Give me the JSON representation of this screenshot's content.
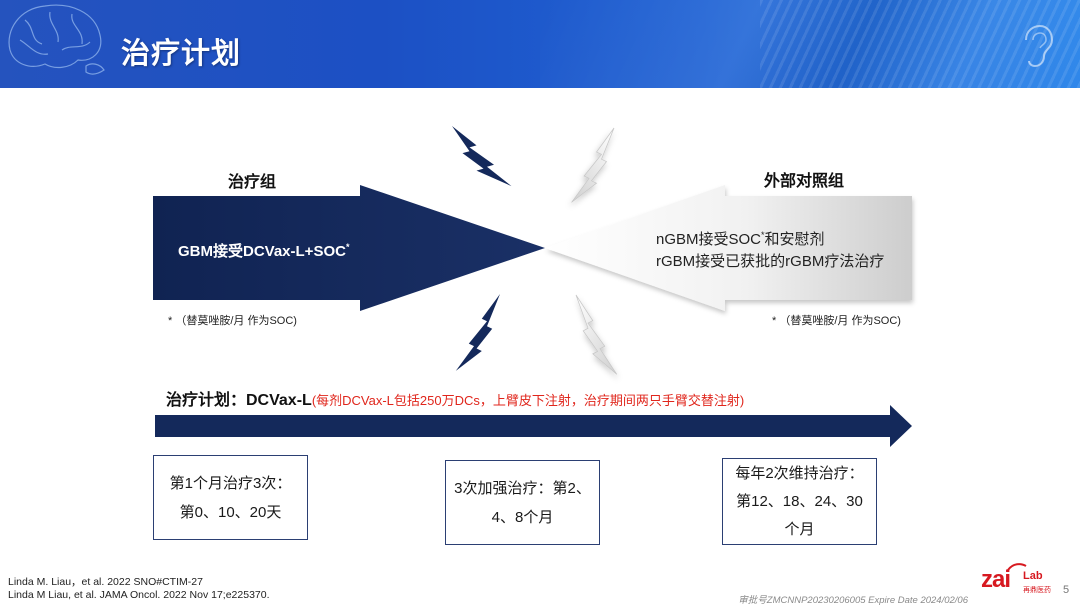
{
  "header": {
    "title": "治疗计划",
    "icons": [
      "brain-icon",
      "ear-icon"
    ]
  },
  "diagram": {
    "left_group": {
      "label": "治疗组",
      "arrow_text": "GBM接受DCVax-L+SOC",
      "arrow_sup": "*",
      "footnote": "* （替莫唑胺/月 作为SOC)"
    },
    "right_group": {
      "label": "外部对照组",
      "line1_main": "nGBM接受SOC",
      "line1_sup": "*",
      "line1_rest": "和安慰剂",
      "line2": "rGBM接受已获批的rGBM疗法治疗",
      "footnote": "* （替莫唑胺/月 作为SOC)"
    },
    "decor_icons": [
      "lightning-icon",
      "lightning-icon",
      "lightning-icon",
      "lightning-icon"
    ]
  },
  "plan": {
    "label": "治疗计划：DCVax-L",
    "detail": "(每剂DCVax-L包括250万DCs，上臂皮下注射，治疗期间两只手臂交替注射)",
    "phases": [
      {
        "lines": [
          "第1个月治疗3次：",
          "第0、10、20天"
        ]
      },
      {
        "lines": [
          "3次加强治疗：第2、",
          "4、8个月"
        ]
      },
      {
        "lines": [
          "每年2次维持治疗：",
          "第12、18、24、30",
          "个月"
        ]
      }
    ]
  },
  "footer": {
    "citations": [
      "Linda M. Liau，et al. 2022 SNO#CTIM-27",
      "Linda M Liau, et al. JAMA Oncol. 2022 Nov 17;e225370."
    ],
    "approval": "审批号ZMCNNP20230206005 Expire Date 2024/02/06",
    "logo": {
      "main": "zai",
      "sub": "Lab",
      "cn": "再鼎医药"
    },
    "page_number": "5"
  },
  "colors": {
    "header_blue": "#1f62d4",
    "navy": "#14295b",
    "accent_red": "#e0261c",
    "logo_red": "#d71920",
    "light_gray": "#cdcdcd"
  }
}
